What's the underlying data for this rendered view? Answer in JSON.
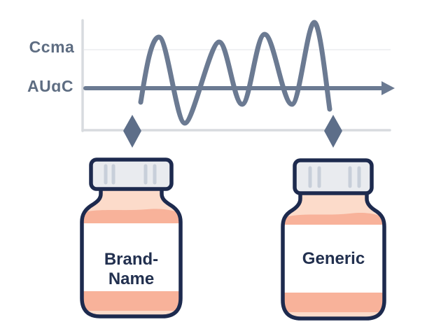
{
  "figure": {
    "description": "Pharmacokinetic equivalence diagram: one concentration wave shares its Cmax/AUC axis, with markers pointing down to a brand-name bottle and a generic bottle",
    "axis": {
      "cmax_label": "Ccma",
      "auc_label": "AUɑC"
    },
    "icons": [
      "down-diamond-marker-left",
      "down-diamond-marker-right",
      "right-arrow-axis"
    ],
    "bottles": [
      {
        "id": "brand",
        "label": "Brand-Name"
      },
      {
        "id": "generic",
        "label": "Generic"
      }
    ],
    "colors": {
      "background": "#ffffff",
      "wave": "#6b7a92",
      "diamond": "#5d6e89",
      "grid": "#d8dbdf",
      "grid-faint": "#f0f1f3",
      "axis-text": "#5e6d82",
      "outline": "#1d2a4e",
      "bottle-fill": "#fcdbca",
      "bottle-band": "#f8b29a",
      "cap-fill": "#e9ebef",
      "cap-ridge": "#c8cfda",
      "label-bg": "#ffffff",
      "label-text": "#22304f"
    }
  }
}
